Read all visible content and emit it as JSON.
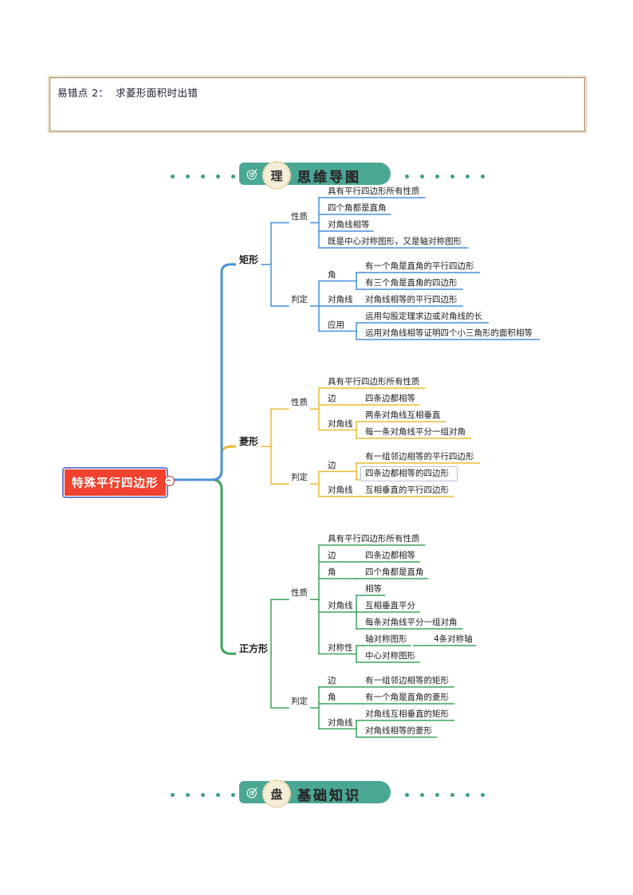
{
  "page": {
    "note": "易错点 2：  求菱形面积时出错"
  },
  "banner_top": {
    "badge_char": "理",
    "title": "思维导图",
    "icon": "target-icon",
    "accent": "#4aa793"
  },
  "banner_bottom": {
    "badge_char": "盘",
    "title": "基础知识",
    "icon": "target-icon",
    "accent": "#4aa793"
  },
  "mindmap": {
    "root": "特殊平行四边形",
    "branches": [
      {
        "name": "矩形",
        "color": "#4a90d9",
        "groups": [
          {
            "label": "性质",
            "items": [
              {
                "text": "具有平行四边形所有性质"
              },
              {
                "text": "四个角都是直角"
              },
              {
                "text": "对角线相等"
              },
              {
                "text": "既是中心对称图形，又是轴对称图形"
              }
            ]
          },
          {
            "label": "判定",
            "subs": [
              {
                "label": "角",
                "items": [
                  {
                    "text": "有一个角是直角的平行四边形"
                  },
                  {
                    "text": "有三个角是直角的四边形"
                  }
                ]
              },
              {
                "label": "对角线",
                "items": [
                  {
                    "text": "对角线相等的平行四边形"
                  }
                ]
              },
              {
                "label": "应用",
                "items": [
                  {
                    "text": "运用勾股定理求边或对角线的长"
                  },
                  {
                    "text": "运用对角线相等证明四个小三角形的面积相等"
                  }
                ]
              }
            ]
          }
        ]
      },
      {
        "name": "菱形",
        "color": "#e9bb34",
        "groups": [
          {
            "label": "性质",
            "items": [
              {
                "text": "具有平行四边形所有性质"
              }
            ],
            "subs": [
              {
                "label": "边",
                "items": [
                  {
                    "text": "四条边都相等"
                  }
                ]
              },
              {
                "label": "对角线",
                "items": [
                  {
                    "text": "两条对角线互相垂直"
                  },
                  {
                    "text": "每一条对角线平分一组对角"
                  }
                ]
              }
            ]
          },
          {
            "label": "判定",
            "subs": [
              {
                "label": "边",
                "items": [
                  {
                    "text": "有一组邻边相等的平行四边形"
                  },
                  {
                    "text": "四条边都相等的四边形",
                    "selected": true
                  }
                ]
              },
              {
                "label": "对角线",
                "items": [
                  {
                    "text": "互相垂直的平行四边形"
                  }
                ]
              }
            ]
          }
        ]
      },
      {
        "name": "正方形",
        "color": "#3fa35e",
        "groups": [
          {
            "label": "性质",
            "items": [
              {
                "text": "具有平行四边形所有性质"
              }
            ],
            "subs": [
              {
                "label": "边",
                "items": [
                  {
                    "text": "四条边都相等"
                  }
                ]
              },
              {
                "label": "角",
                "items": [
                  {
                    "text": "四个角都是直角"
                  }
                ]
              },
              {
                "label": "对角线",
                "items": [
                  {
                    "text": "相等"
                  },
                  {
                    "text": "互相垂直平分"
                  },
                  {
                    "text": "每条对角线平分一组对角"
                  }
                ]
              },
              {
                "label": "对称性",
                "items": [
                  {
                    "text": "轴对称图形"
                  },
                  {
                    "text": "中心对称图形"
                  }
                ],
                "extra": "4条对称轴"
              }
            ]
          },
          {
            "label": "判定",
            "subs": [
              {
                "label": "边",
                "items": [
                  {
                    "text": "有一组邻边相等的矩形"
                  }
                ]
              },
              {
                "label": "角",
                "items": [
                  {
                    "text": "有一个角是直角的菱形"
                  }
                ]
              },
              {
                "label": "对角线",
                "items": [
                  {
                    "text": "对角线互相垂直的矩形"
                  },
                  {
                    "text": "对角线相等的菱形"
                  }
                ]
              }
            ]
          }
        ]
      }
    ]
  }
}
